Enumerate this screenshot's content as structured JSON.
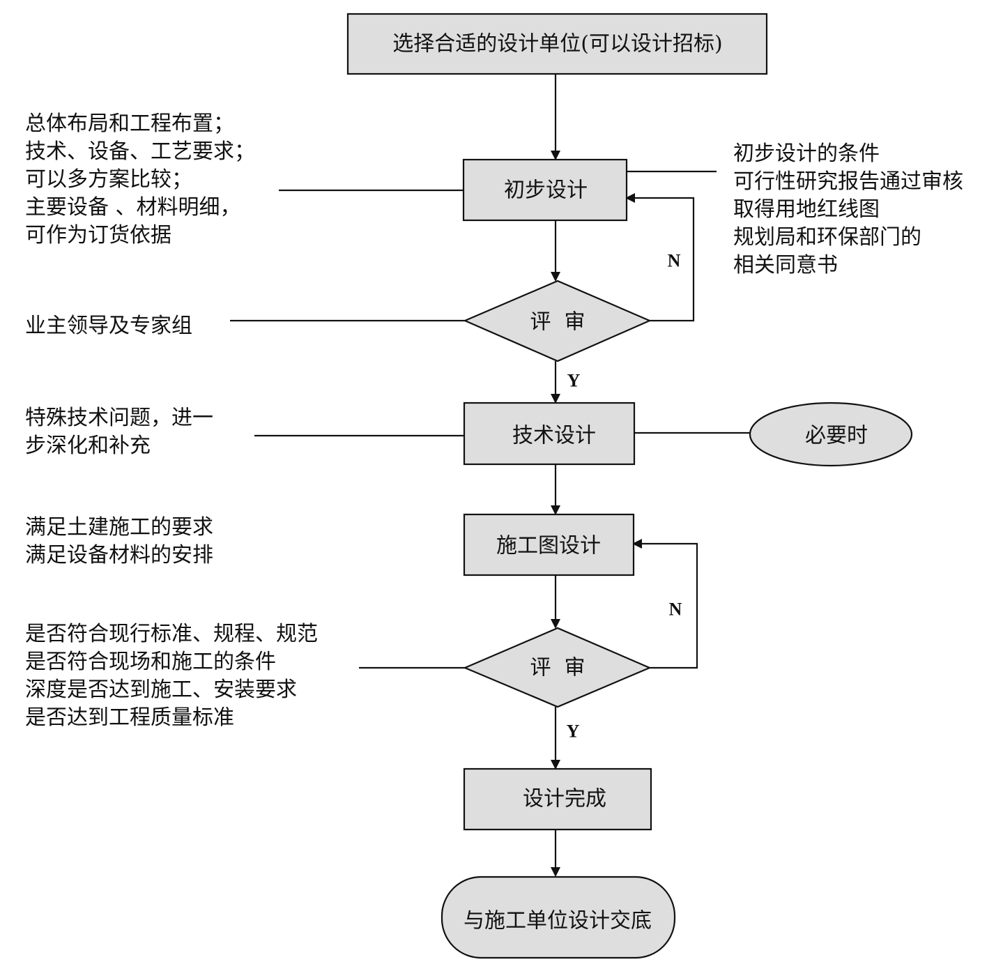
{
  "nodes": {
    "select_unit": "选择合适的设计单位(可以设计招标)",
    "preliminary": "初步设计",
    "review1": "评  审",
    "technical": "技术设计",
    "when_needed": "必要时",
    "construction_drawing": "施工图设计",
    "review2": "评  审",
    "complete": "设计完成",
    "handover": "与施工单位设计交底"
  },
  "decision_labels": {
    "review1_no": "N",
    "review1_yes": "Y",
    "review2_no": "N",
    "review2_yes": "Y"
  },
  "notes": {
    "preliminary_left": [
      "总体布局和工程布置；",
      "技术、设备、工艺要求；",
      "可以多方案比较；",
      "主要设备 、材料明细，",
      "可作为订货依据"
    ],
    "preliminary_right": [
      "初步设计的条件",
      "可行性研究报告通过审核",
      "取得用地红线图",
      "规划局和环保部门的",
      "相关同意书"
    ],
    "review1_left": [
      "业主领导及专家组"
    ],
    "technical_left": [
      "特殊技术问题，进一",
      "步深化和补充"
    ],
    "construction_left": [
      "满足土建施工的要求",
      "满足设备材料的安排"
    ],
    "review2_left": [
      "是否符合现行标准、规程、规范",
      "是否符合现场和施工的条件",
      "深度是否达到施工、安装要求",
      "是否达到工程质量标准"
    ]
  }
}
